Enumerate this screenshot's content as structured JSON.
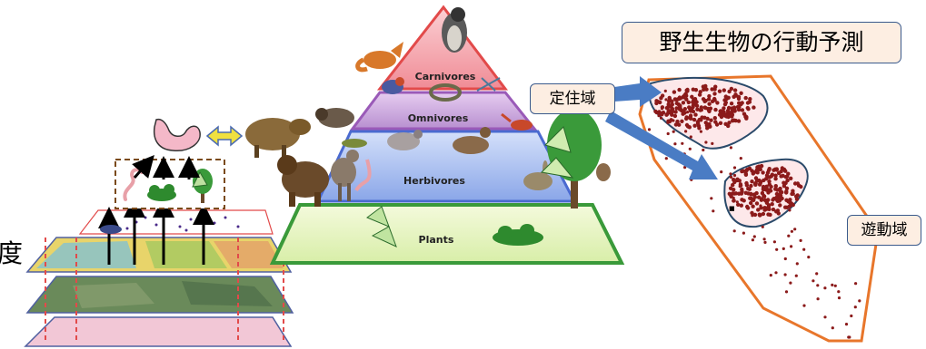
{
  "title": "野生生物の行動予測",
  "labels": {
    "resident_area": "定住域",
    "roaming_area": "遊動域",
    "cut_char": "度"
  },
  "pyramid": {
    "tiers": [
      "Carnivores",
      "Omnivores",
      "Herbivores",
      "Plants"
    ],
    "colors": {
      "carnivores": "#f4a0a8",
      "omnivores": "#c9a4d8",
      "herbivores": "#a9bdf0",
      "plants": "#e8f5c0",
      "border_red": "#e24a4a",
      "border_green": "#3a9a3a"
    }
  },
  "colors": {
    "accent_blue": "#4a7cc4",
    "hull_orange": "#e8762b",
    "points": "#8b1a1a",
    "callout_fill": "#fdeee2",
    "callout_border": "#3a5a8c"
  }
}
